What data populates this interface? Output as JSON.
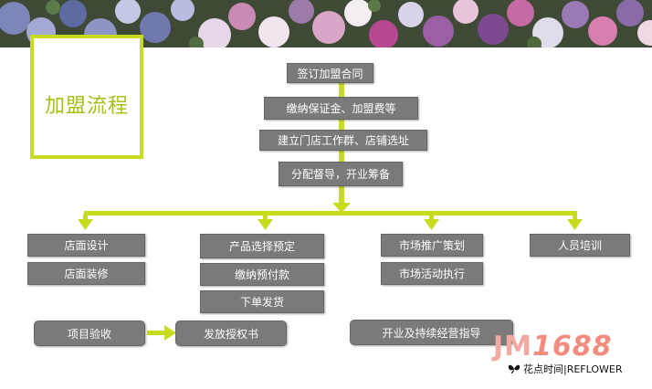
{
  "title": "加盟流程",
  "steps": {
    "s1": "签订加盟合同",
    "s2": "缴纳保证金、加盟费等",
    "s3": "建立门店工作群、店铺选址",
    "s4": "分配督导，开业筹备"
  },
  "col1": [
    "店面设计",
    "店面装修"
  ],
  "col2": [
    "产品选择预定",
    "缴纳预付款",
    "下单发货"
  ],
  "col3": [
    "市场推广策划",
    "市场活动执行"
  ],
  "col4": [
    "人员培训"
  ],
  "bottom": {
    "b1": "项目验收",
    "b2": "发放授权书",
    "b3": "开业及持续经营指导"
  },
  "watermark": {
    "jm": "JM",
    "num": "1688"
  },
  "brand": "花点时间|REFLOWER",
  "colors": {
    "accent": "#c8dc1e",
    "box": "#7a7a7a"
  }
}
